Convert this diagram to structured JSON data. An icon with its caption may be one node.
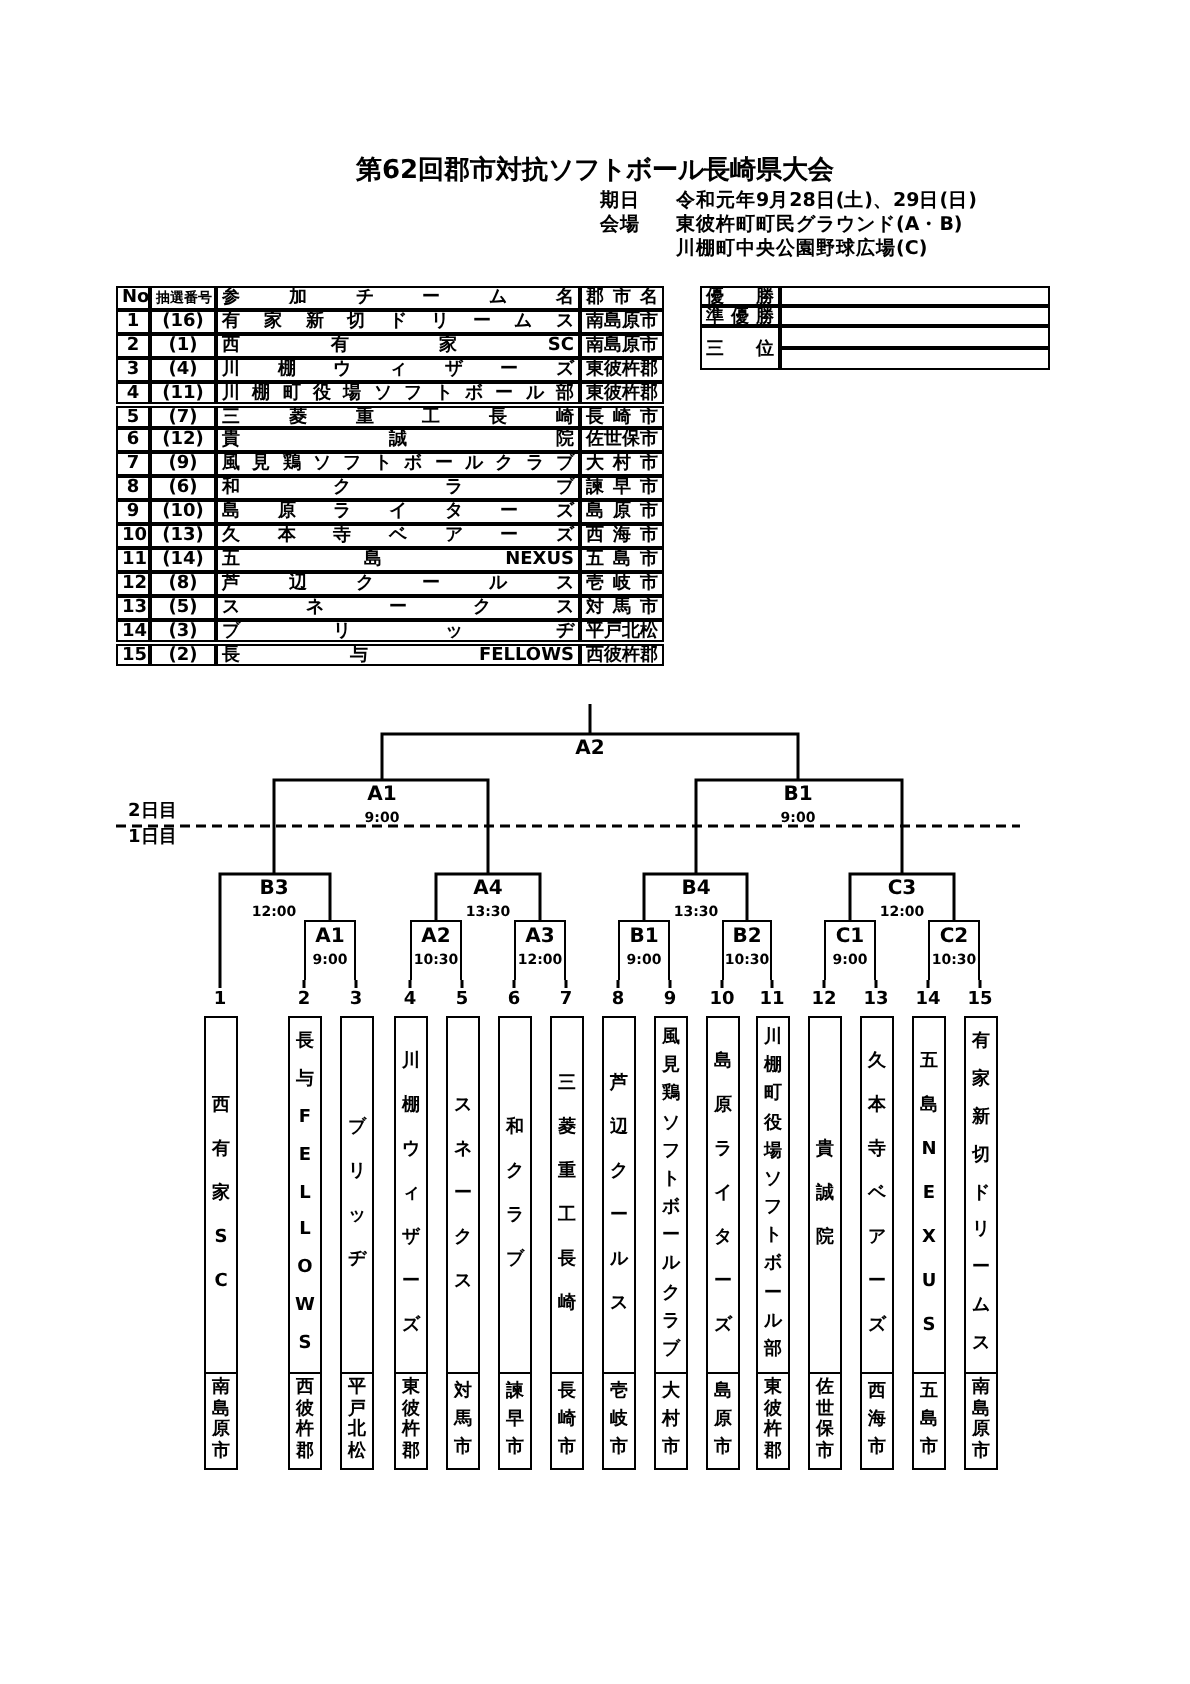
{
  "diagram": {
    "title": "第62回郡市対抗ソフトボール長崎県大会",
    "nodes": [
      {
        "text": [
          "A2"
        ]
      },
      {
        "text": [
          "A1",
          "9:00"
        ]
      },
      {
        "text": [
          "B1",
          "9:00"
        ]
      },
      {
        "text": [
          "B3",
          "12:00"
        ]
      },
      {
        "text": [
          "A4",
          "13:30"
        ]
      },
      {
        "text": [
          "B4",
          "13:30"
        ]
      },
      {
        "text": [
          "C3",
          "12:00"
        ]
      },
      {
        "text": [
          "A1",
          "9:00"
        ]
      },
      {
        "text": [
          "A2",
          "10:30"
        ]
      },
      {
        "text": [
          "A3",
          "12:00"
        ]
      },
      {
        "text": [
          "B1",
          "9:00"
        ]
      },
      {
        "text": [
          "B2",
          "10:30"
        ]
      },
      {
        "text": [
          "C1",
          "9:00"
        ]
      },
      {
        "text": [
          "C2",
          "10:30"
        ]
      },
      {
        "text": [
          "西有家SC",
          "南島原市"
        ],
        "beside": [
          "1"
        ]
      },
      {
        "text": [
          "長与FELLOWS",
          "西彼杵郡"
        ],
        "beside": [
          "2"
        ]
      },
      {
        "text": [
          "ブリッヂ",
          "平戸北松"
        ],
        "beside": [
          "3"
        ]
      },
      {
        "text": [
          "川棚ウィザーズ",
          "東彼杵郡"
        ],
        "beside": [
          "4"
        ]
      },
      {
        "text": [
          "スネークス",
          "対馬市"
        ],
        "beside": [
          "5"
        ]
      },
      {
        "text": [
          "和クラブ",
          "諫早市"
        ],
        "beside": [
          "6"
        ]
      },
      {
        "text": [
          "三菱重工長崎",
          "長崎市"
        ],
        "beside": [
          "7"
        ]
      },
      {
        "text": [
          "芦辺クールス",
          "壱岐市"
        ],
        "beside": [
          "8"
        ]
      },
      {
        "text": [
          "風見鶏ソフトボールクラブ",
          "大村市"
        ],
        "beside": [
          "9"
        ]
      },
      {
        "text": [
          "島原ライターズ",
          "島原市"
        ],
        "beside": [
          "10"
        ]
      },
      {
        "text": [
          "川棚町役場ソフトボール部",
          "東彼杵郡"
        ],
        "beside": [
          "11"
        ]
      },
      {
        "text": [
          "貴誠院",
          "佐世保市"
        ],
        "beside": [
          "12"
        ]
      },
      {
        "text": [
          "久本寺ベアーズ",
          "西海市"
        ],
        "beside": [
          "13"
        ]
      },
      {
        "text": [
          "五島NEXUS",
          "五島市"
        ],
        "beside": [
          "14"
        ]
      },
      {
        "text": [
          "有家新切ドリームス",
          "南島原市"
        ],
        "beside": [
          "15"
        ]
      }
    ],
    "edges": [
      {
        "from": 14,
        "to": 3,
        "arrow": "none"
      },
      {
        "from": 7,
        "to": 3,
        "arrow": "none"
      },
      {
        "from": 15,
        "to": 7,
        "arrow": "none"
      },
      {
        "from": 16,
        "to": 7,
        "arrow": "none"
      },
      {
        "from": 17,
        "to": 8,
        "arrow": "none"
      },
      {
        "from": 18,
        "to": 8,
        "arrow": "none"
      },
      {
        "from": 19,
        "to": 9,
        "arrow": "none"
      },
      {
        "from": 20,
        "to": 9,
        "arrow": "none"
      },
      {
        "from": 8,
        "to": 4,
        "arrow": "none"
      },
      {
        "from": 9,
        "to": 4,
        "arrow": "none"
      },
      {
        "from": 21,
        "to": 10,
        "arrow": "none"
      },
      {
        "from": 22,
        "to": 10,
        "arrow": "none"
      },
      {
        "from": 23,
        "to": 11,
        "arrow": "none"
      },
      {
        "from": 24,
        "to": 11,
        "arrow": "none"
      },
      {
        "from": 10,
        "to": 5,
        "arrow": "none"
      },
      {
        "from": 11,
        "to": 5,
        "arrow": "none"
      },
      {
        "from": 25,
        "to": 12,
        "arrow": "none"
      },
      {
        "from": 26,
        "to": 12,
        "arrow": "none"
      },
      {
        "from": 27,
        "to": 13,
        "arrow": "none"
      },
      {
        "from": 28,
        "to": 13,
        "arrow": "none"
      },
      {
        "from": 12,
        "to": 6,
        "arrow": "none"
      },
      {
        "from": 13,
        "to": 6,
        "arrow": "none"
      },
      {
        "from": 3,
        "to": 1,
        "arrow": "none"
      },
      {
        "from": 4,
        "to": 1,
        "arrow": "none"
      },
      {
        "from": 5,
        "to": 2,
        "arrow": "none"
      },
      {
        "from": 6,
        "to": 2,
        "arrow": "none"
      },
      {
        "from": 1,
        "to": 0,
        "arrow": "none"
      },
      {
        "from": 2,
        "to": 0,
        "arrow": "none"
      },
      {
        "from": 0,
        "to": null,
        "arrow": "none"
      }
    ],
    "labels": [
      "期日",
      "令和元年9月28日(土)、29日(日)",
      "会場",
      "東彼杵町町民グラウンド(A・B)",
      "川棚町中央公園野球広場(C)",
      "No",
      "抽選番号",
      "参加チーム名",
      "郡市名",
      "1",
      "(16)",
      "有家新切ドリームス",
      "南島原市",
      "2",
      "(1)",
      "西有家SC",
      "南島原市",
      "3",
      "(4)",
      "川棚ウィザーズ",
      "東彼杵郡",
      "4",
      "(11)",
      "川棚町役場ソフトボール部",
      "東彼杵郡",
      "5",
      "(7)",
      "三菱重工長崎",
      "長崎市",
      "6",
      "(12)",
      "貴誠院",
      "佐世保市",
      "7",
      "(9)",
      "風見鶏ソフトボールクラブ",
      "大村市",
      "8",
      "(6)",
      "和クラブ",
      "諫早市",
      "9",
      "(10)",
      "島原ライターズ",
      "島原市",
      "10",
      "(13)",
      "久本寺ベアーズ",
      "西海市",
      "11",
      "(14)",
      "五島NEXUS",
      "五島市",
      "12",
      "(8)",
      "芦辺クールス",
      "壱岐市",
      "13",
      "(5)",
      "スネークス",
      "対馬市",
      "14",
      "(3)",
      "ブリッヂ",
      "平戸北松",
      "15",
      "(2)",
      "長与FELLOWS",
      "西彼杵郡",
      "優勝",
      "準優勝",
      "三位",
      "2日目",
      "1日目"
    ]
  }
}
